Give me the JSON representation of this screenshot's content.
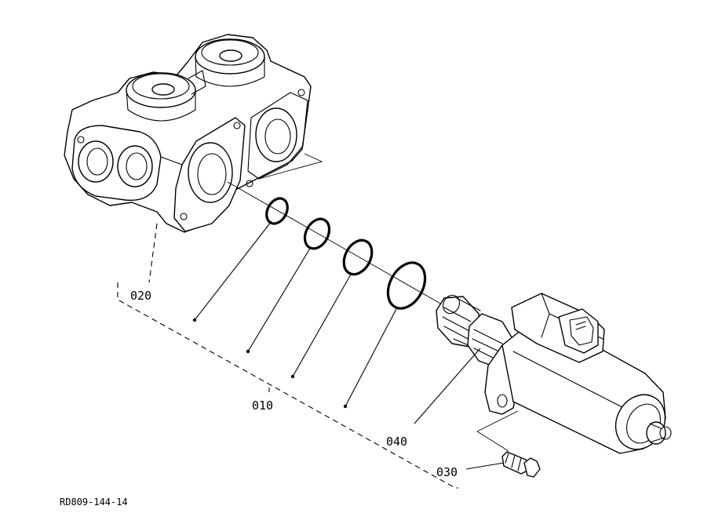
{
  "diagram": {
    "callouts": [
      {
        "id": "part-010",
        "label": "010"
      },
      {
        "id": "part-020",
        "label": "020"
      },
      {
        "id": "part-030",
        "label": "030"
      },
      {
        "id": "part-040",
        "label": "040"
      }
    ],
    "drawing_ref": "RD809-144-14"
  }
}
